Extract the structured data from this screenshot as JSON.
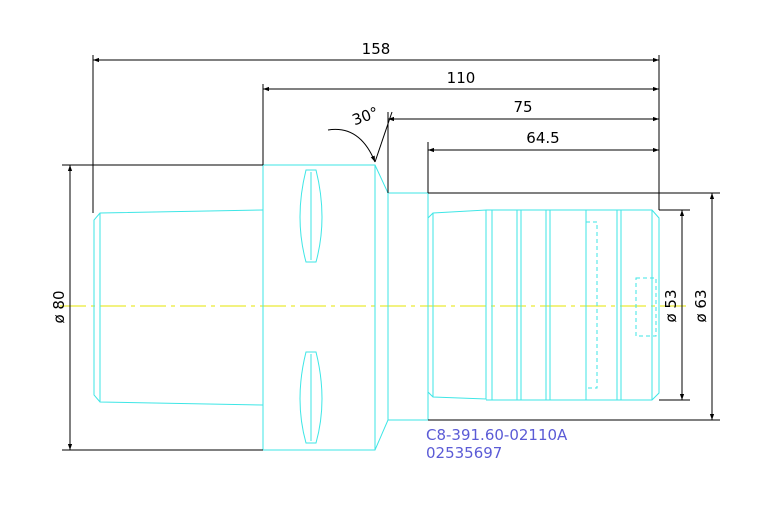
{
  "dimensions": {
    "overall_length": "158",
    "length_110": "110",
    "length_75": "75",
    "length_64_5": "64.5",
    "chamfer_angle": "30°",
    "diameter_80": "ø 80",
    "diameter_53": "ø 53",
    "diameter_63": "ø 63"
  },
  "part_label": {
    "part_number": "C8-391.60-02110A",
    "item_code": "02535697"
  },
  "colors": {
    "background": "#ffffff",
    "outline": "#3ee6e6",
    "dimension": "#000000",
    "centerline": "#e6e600",
    "label": "#5b5bd6"
  }
}
